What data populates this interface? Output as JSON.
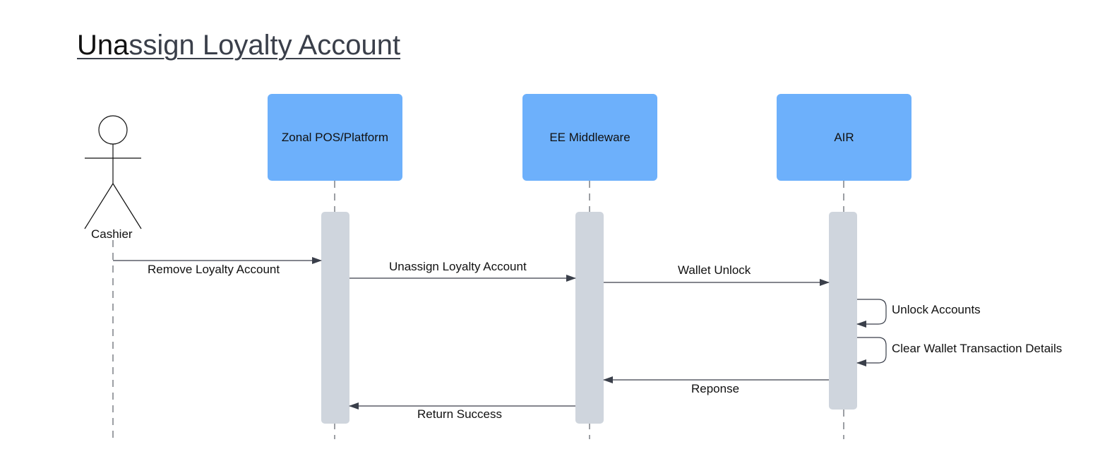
{
  "title": {
    "part_a": "Una",
    "part_b": "ssign Loyalty Account"
  },
  "actor": {
    "label": "Cashier"
  },
  "participants": [
    {
      "label": "Zonal POS/Platform"
    },
    {
      "label": "EE Middleware"
    },
    {
      "label": "AIR"
    }
  ],
  "messages": [
    {
      "label": "Remove Loyalty Account"
    },
    {
      "label": "Unassign Loyalty Account"
    },
    {
      "label": "Wallet Unlock"
    },
    {
      "label": "Unlock Accounts"
    },
    {
      "label": "Clear Wallet Transaction Details"
    },
    {
      "label": "Reponse"
    },
    {
      "label": "Return Success"
    }
  ],
  "colors": {
    "participant_fill": "#6db0fb",
    "activation_fill": "#cfd5dd",
    "line": "#3a3f4a"
  }
}
